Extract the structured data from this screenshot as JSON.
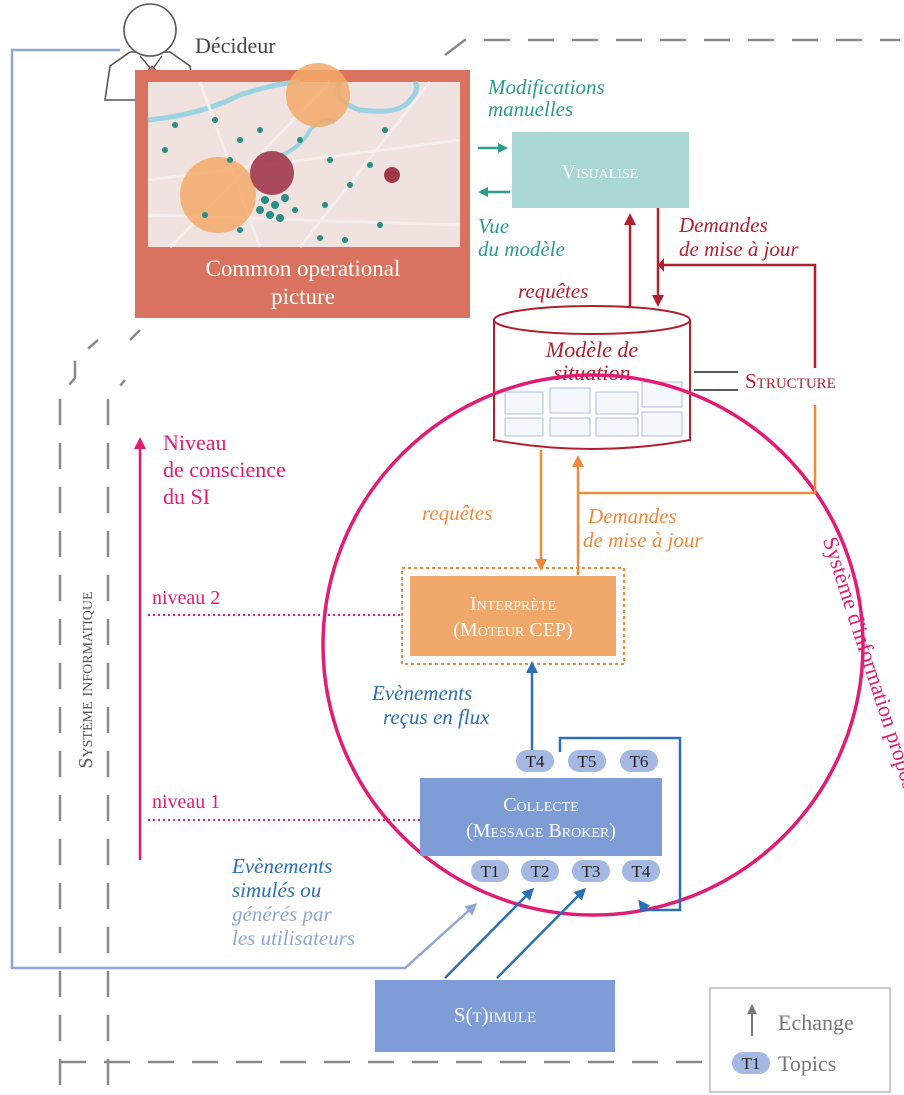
{
  "decideur": {
    "label": "Décideur"
  },
  "cop": {
    "line1": "Common operational",
    "line2": "picture"
  },
  "visualise": {
    "label": "Visualise"
  },
  "model": {
    "line1": "Modèle de",
    "line2": "situation"
  },
  "structure": {
    "label": "Structure"
  },
  "interprete": {
    "line1": "Interprète",
    "line2": "(Moteur CEP)"
  },
  "collecte": {
    "line1": "Collecte",
    "line2": "(Message Broker)"
  },
  "stimule": {
    "label": "S(t)imule"
  },
  "si_label": "Système informatique",
  "sip_label": "Système d'information proposé",
  "labels": {
    "modif1": "Modifications",
    "modif2": "manuelles",
    "vue1": "Vue",
    "vue2": "du modèle",
    "req_top": "requêtes",
    "maj_top1": "Demandes",
    "maj_top2": "de mise à jour",
    "req_mid": "requêtes",
    "maj_mid1": "Demandes",
    "maj_mid2": "de mise à jour",
    "ev_flux1": "Evènements",
    "ev_flux2": "reçus en flux",
    "ev_sim1": "Evènements",
    "ev_sim2": "simulés ou",
    "ev_sim3": "générés par",
    "ev_sim4": "les utilisateurs",
    "niveau_cons1": "Niveau",
    "niveau_cons2": "de conscience",
    "niveau_cons3": "du SI",
    "niveau2": "niveau 2",
    "niveau1": "niveau 1"
  },
  "topics_top": [
    "T4",
    "T5",
    "T6"
  ],
  "topics_bottom": [
    "T1",
    "T2",
    "T3",
    "T4"
  ],
  "legend": {
    "exchange": "Echange",
    "topic_badge": "T1",
    "topics": "Topics"
  },
  "colors": {
    "teal": "#2a9d8f",
    "crimson": "#b2202e",
    "orange": "#ef8a3a",
    "blue": "#2b6fb5",
    "magenta": "#e21c75",
    "lightblue": "#7f9fd6",
    "box_blue": "#7e9dd6",
    "visualise_bg": "#a9d7d3",
    "interprete_bg": "#f0a86a",
    "cop_bg": "#d9735f",
    "topic_bg": "#a5b8e2"
  }
}
